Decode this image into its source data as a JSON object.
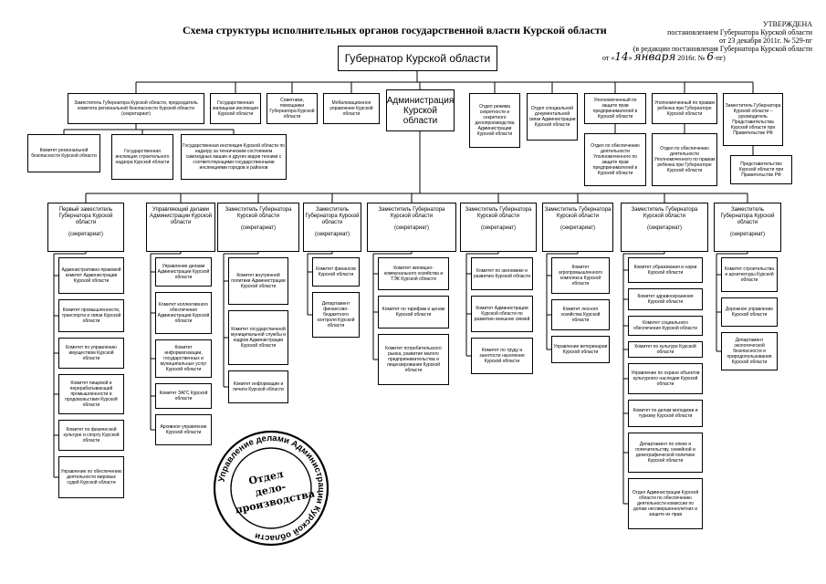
{
  "title": "Схема структуры исполнительных органов государственной власти Курской области",
  "approval": {
    "l1": "УТВЕРЖДЕНА",
    "l2": "постановлением Губернатора Курской области",
    "l3": "от 23 декабря 2011г. № 529-пг",
    "l4": "(в редакции постановления Губернатора Курской области"
  },
  "edition": {
    "prefix": "от «",
    "day": "14",
    "mid1": "»",
    "month": "января",
    "mid2": "2016г.  №",
    "number": "6",
    "suffix": "-пг)"
  },
  "governor": "Губернатор Курской области",
  "administration": "Администрация Курской области",
  "row1": [
    "Заместитель Губернатора Курской области, председатель комитета региональной безопасности Курской области (секретариат)",
    "Государственная жилищная инспекция Курской области",
    "Советники, помощники Губернатора Курской области",
    "Мобилизационное управление Курской области",
    "Отдел режима секретности и секретного делопроизводства Администрации Курской области",
    "Отдел специальной документальной связи Администрации Курской области",
    "Уполномоченный по защите прав предпринимателей в Курской области",
    "Уполномоченный по правам ребенка при Губернаторе Курской области",
    "Заместитель Губернатора Курской области – руководитель Представительства Курской области при Правительстве РФ"
  ],
  "row1b": {
    "left": [
      "Комитет региональной безопасности Курской области",
      "Государственная инспекция строительного надзора Курской области",
      "Государственная инспекция Курской области по надзору за техническим состоянием самоходных машин и других видов техники с соответствующими государственными инспекциями городов и районов"
    ],
    "ombud1": "Отдел по обеспечению деятельности Уполномоченного по защите прав предпринимателей в Курской области",
    "ombud2": "Отдел по обеспечению деятельности Уполномоченного по правам ребенка при Губернаторе Курской области",
    "rep": "Представительство Курской области при Правительстве РФ"
  },
  "deputies": [
    {
      "title": "Первый заместитель Губернатора Курской области",
      "sec": "(секретариат)",
      "items": [
        "Административно-правовой комитет Администрации Курской области",
        "Комитет промышленности, транспорта и связи Курской области",
        "Комитет по управлению имуществом Курской области",
        "Комитет пищевой и перерабатывающей промышленности и продовольствия Курской области",
        "Комитет по физической культуре и спорту Курской области",
        "Управление по обеспечению деятельности мировых судей Курской области"
      ]
    },
    {
      "title": "Управляющий делами Администрации Курской области",
      "sec": "",
      "items": [
        "Управление делами Администрации Курской области",
        "Комитет коллективного обеспечения Администрации Курской области",
        "Комитет информатизации, государственных и муниципальных услуг Курской области",
        "Комитет ЗАГС Курской области",
        "Архивное управление Курской области"
      ]
    },
    {
      "title": "Заместитель Губернатора Курской области",
      "sec": "(секретариат)",
      "items": [
        "Комитет внутренней политики Администрации Курской области",
        "Комитет государственной муниципальной службы и кадров Администрации Курской области",
        "Комитет информации и печати Курской области"
      ]
    },
    {
      "title": "Заместитель Губернатора Курской области",
      "sec": "(секретариат)",
      "items": [
        "Комитет финансов Курской области",
        "Департамент финансово-бюджетного контроля Курской области"
      ]
    },
    {
      "title": "Заместитель Губернатора Курской области",
      "sec": "(секретариат)",
      "items": [
        "Комитет жилищно-коммунального хозяйства и ТЭК Курской области",
        "Комитет по тарифам и ценам Курской области",
        "Комитет потребительского рынка, развития малого предпринимательства и лицензирования Курской области"
      ]
    },
    {
      "title": "Заместитель Губернатора Курской области",
      "sec": "(секретариат)",
      "items": [
        "Комитет по экономике и развитию Курской области",
        "Комитет Администрации Курской области по развитию внешних связей",
        "Комитет по труду и занятости населения Курской области"
      ]
    },
    {
      "title": "Заместитель Губернатора Курской области",
      "sec": "(секретариат)",
      "items": [
        "Комитет агропромышленного комплекса Курской области",
        "Комитет лесного хозяйства Курской области",
        "Управление ветеринарии Курской области"
      ]
    },
    {
      "title": "Заместитель Губернатора Курской области",
      "sec": "(секретариат)",
      "items": [
        "Комитет образования и науки Курской области",
        "Комитет здравоохранения Курской области",
        "Комитет социального обеспечения Курской области",
        "Комитет по культуре Курской области",
        "Управление по охране объектов культурного наследия Курской области",
        "Комитет по делам молодежи и туризму Курской области",
        "Департамент по опеке и попечительству, семейной и демографической политике Курской области",
        "Отдел Администрации Курской области по обеспечению деятельности комиссии по делам несовершеннолетних и защите их прав"
      ]
    },
    {
      "title": "Заместитель Губернатора Курской области",
      "sec": "(секретариат)",
      "items": [
        "Комитет строительства и архитектуры Курской области",
        "Дорожное управление Курской области",
        "Департамент экологической безопасности и природопользования Курской области"
      ]
    }
  ],
  "stamp": {
    "ring": "Управление делами Администрации Курской области",
    "center1": "Отдел",
    "center2": "дело-",
    "center3": "производства"
  }
}
